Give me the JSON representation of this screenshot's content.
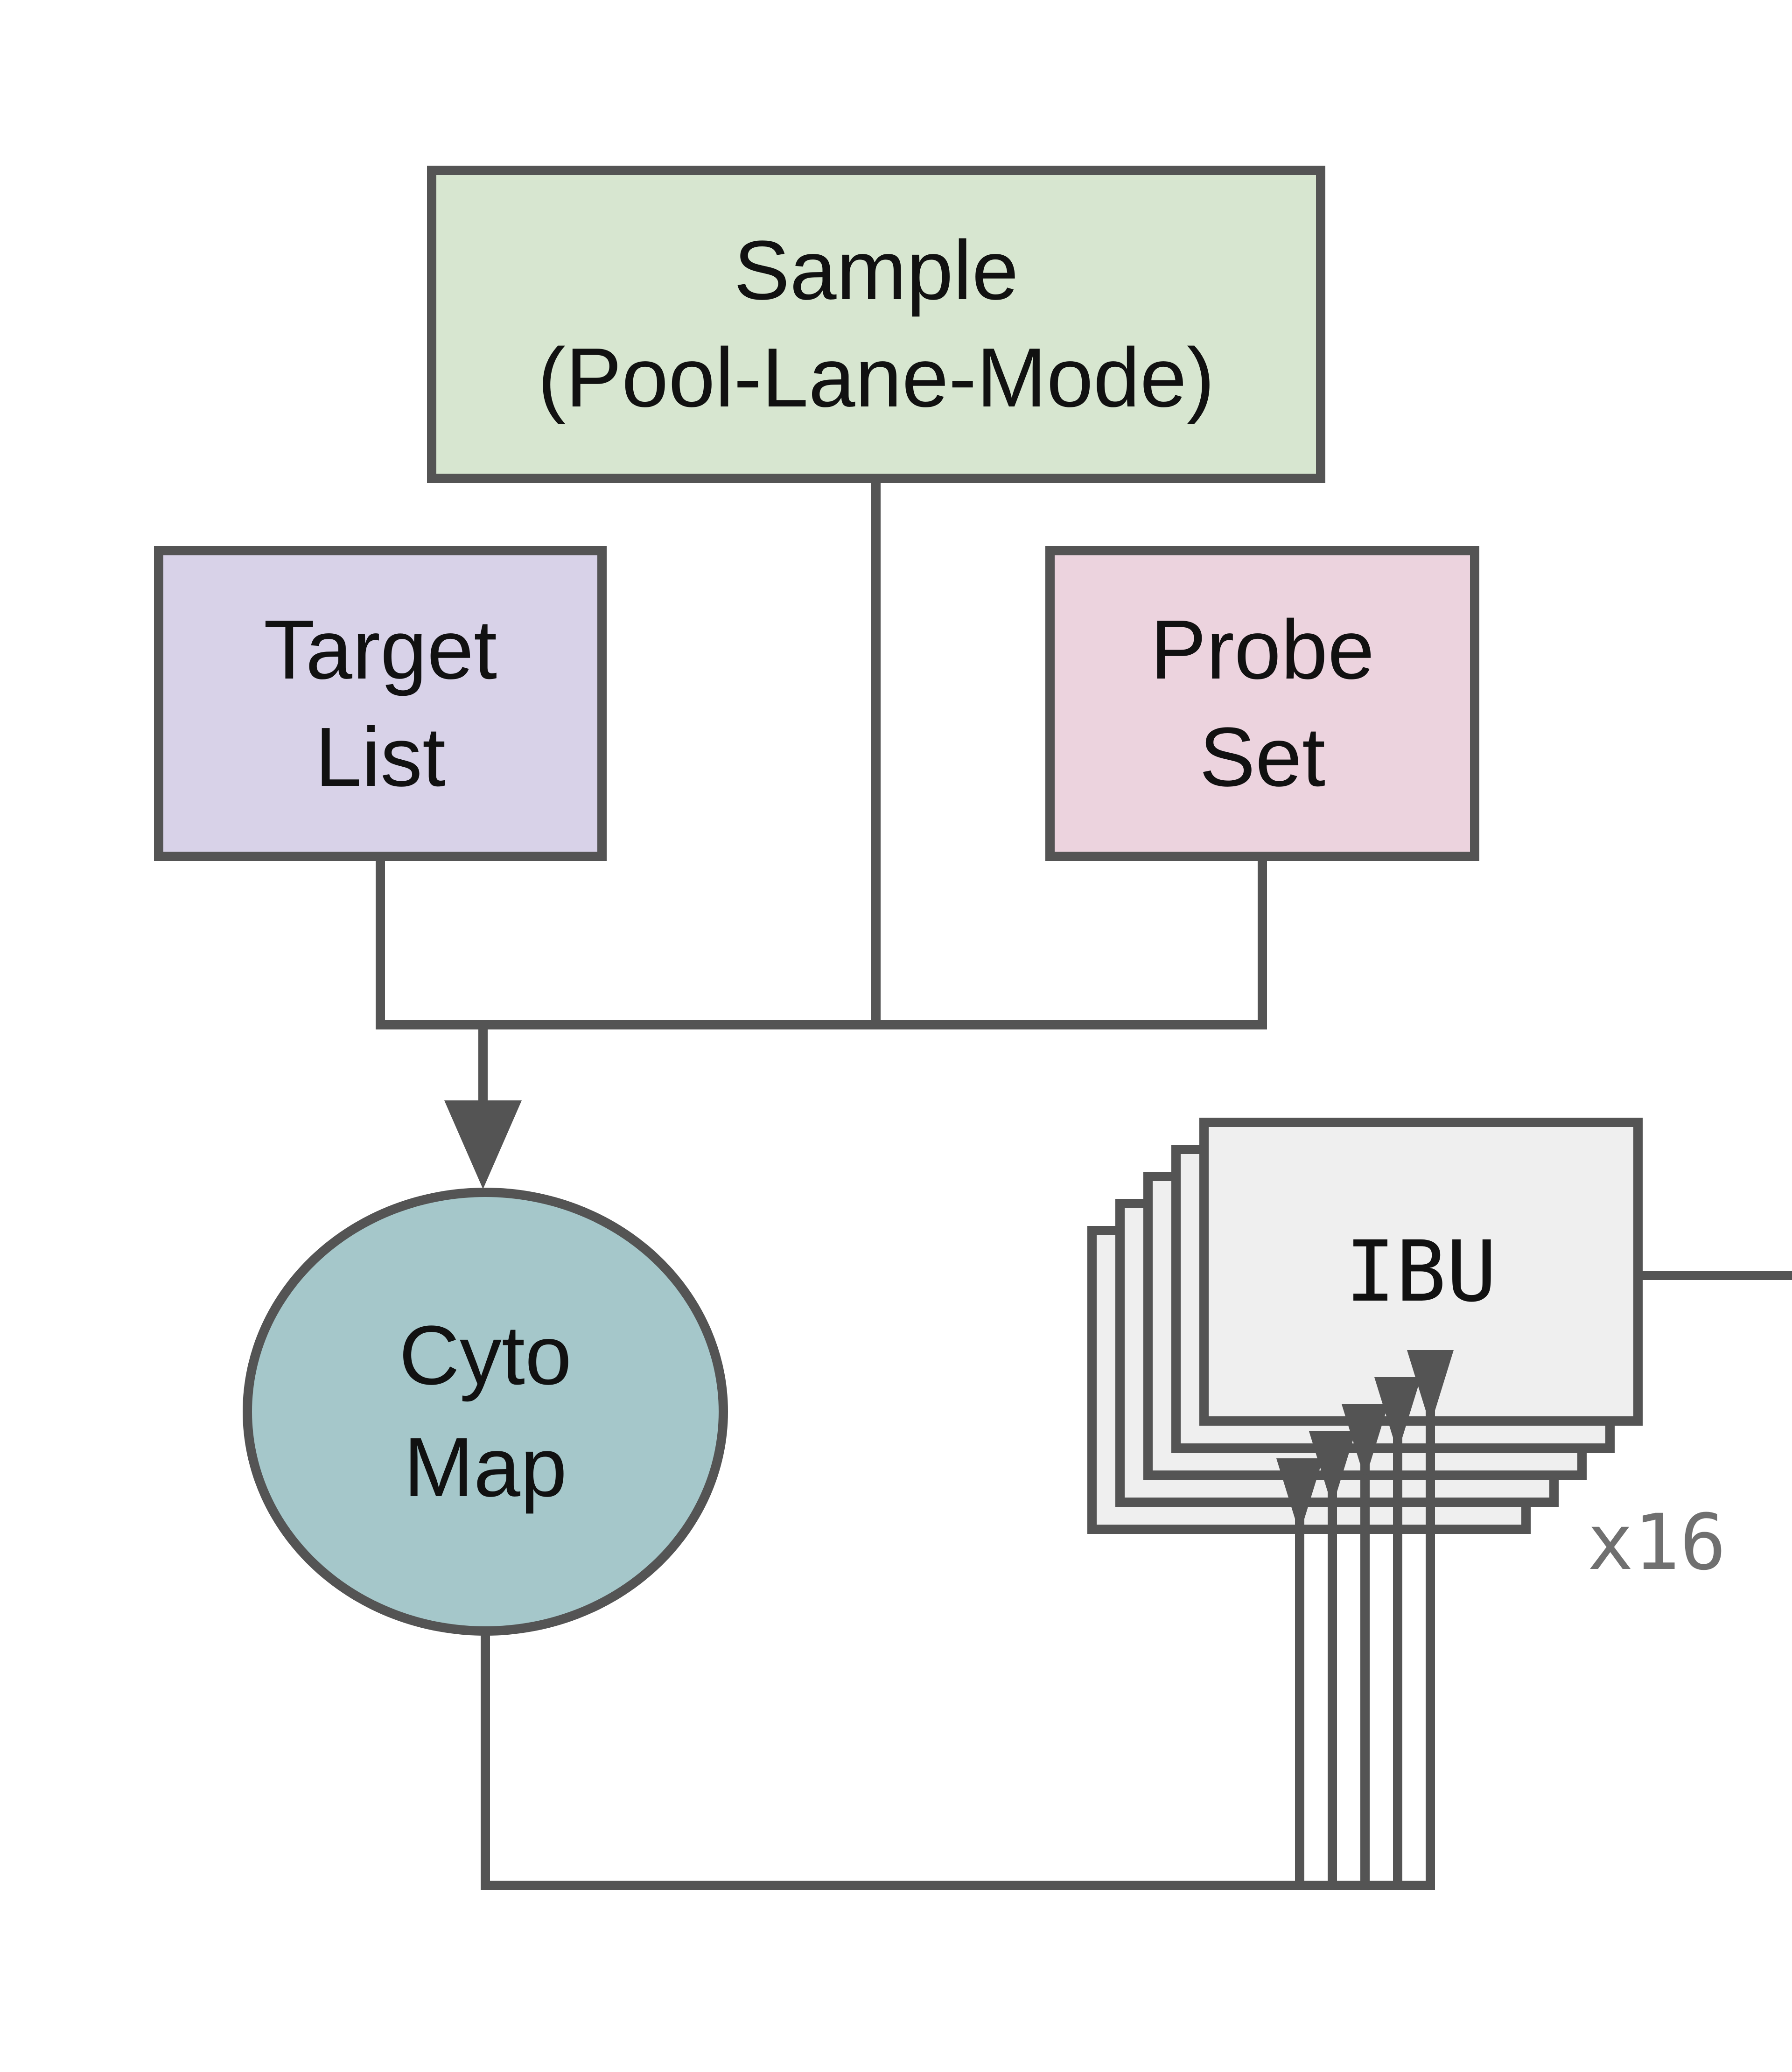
{
  "diagram": {
    "background": "#ffffff",
    "nodes": {
      "sample": {
        "lines": [
          "Sample",
          "(Pool-Lane-Mode)"
        ],
        "shape": "rectangle",
        "fill": "#d7e6d0"
      },
      "target_list": {
        "lines": [
          "Target",
          "List"
        ],
        "shape": "rectangle",
        "fill": "#d8d2e8"
      },
      "probe_set": {
        "lines": [
          "Probe",
          "Set"
        ],
        "shape": "rectangle",
        "fill": "#ecd3de"
      },
      "cyto_map": {
        "lines": [
          "Cyto",
          "Map"
        ],
        "shape": "circle",
        "fill": "#a5c7ca"
      },
      "ibu": {
        "label": "IBU",
        "shape": "stacked-rectangles",
        "fill": "#efefef",
        "visible_layers": 5,
        "stack_count_label": "x16"
      }
    },
    "edges": [
      {
        "from": "sample",
        "to": "cyto_map",
        "via": "merge-bus",
        "arrowhead": true
      },
      {
        "from": "target_list",
        "to": "cyto_map",
        "via": "merge-bus",
        "arrowhead": true
      },
      {
        "from": "probe_set",
        "to": "cyto_map",
        "via": "merge-bus",
        "arrowhead": true
      },
      {
        "from": "cyto_map",
        "to": "ibu",
        "arrowhead": true,
        "parallel_lines": 5
      },
      {
        "from": "ibu",
        "to": "off-screen-right",
        "arrowhead": false
      }
    ],
    "colors": {
      "line": "#545454",
      "border": "#545454",
      "label_text": "#111111",
      "muted_text": "#707070"
    }
  }
}
